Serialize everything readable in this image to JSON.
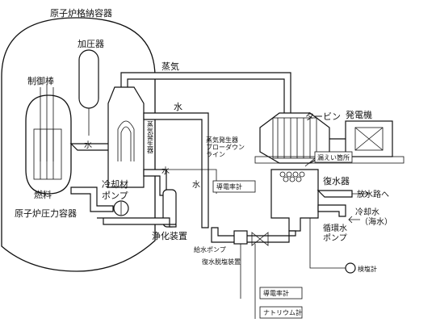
{
  "labels": {
    "containment": "原子炉格納容器",
    "pressurizer": "加圧器",
    "steam": "蒸気",
    "control_rod": "制御棒",
    "water_upper": "水",
    "turbine": "タービン",
    "generator": "発電機",
    "sg_vertical": "蒸気発生器",
    "water_core": "水",
    "blowdown_line": [
      "蒸気発生器",
      "ブローダウン",
      "ライン"
    ],
    "leak_point": "漏えい箇所",
    "condenser": "復水器",
    "fuel": "燃料",
    "coolant_pump": [
      "冷却材",
      "ポンプ"
    ],
    "water_mid": "水",
    "water_left": "水",
    "conductivity_meter_1": "導電率計",
    "discharge": "放水路へ",
    "rpv": "原子炉圧力容器",
    "cooling_water": [
      "冷却水",
      "（海水）"
    ],
    "circ_pump": [
      "循環水",
      "ポンプ"
    ],
    "purification": "浄化装置",
    "feed_pump": "給水ポンプ",
    "demineralizer": "復水脱塩装置",
    "salinity_meter": "検塩計",
    "conductivity_meter_2": "導電率計",
    "sodium_meter": "ナトリウム計"
  }
}
